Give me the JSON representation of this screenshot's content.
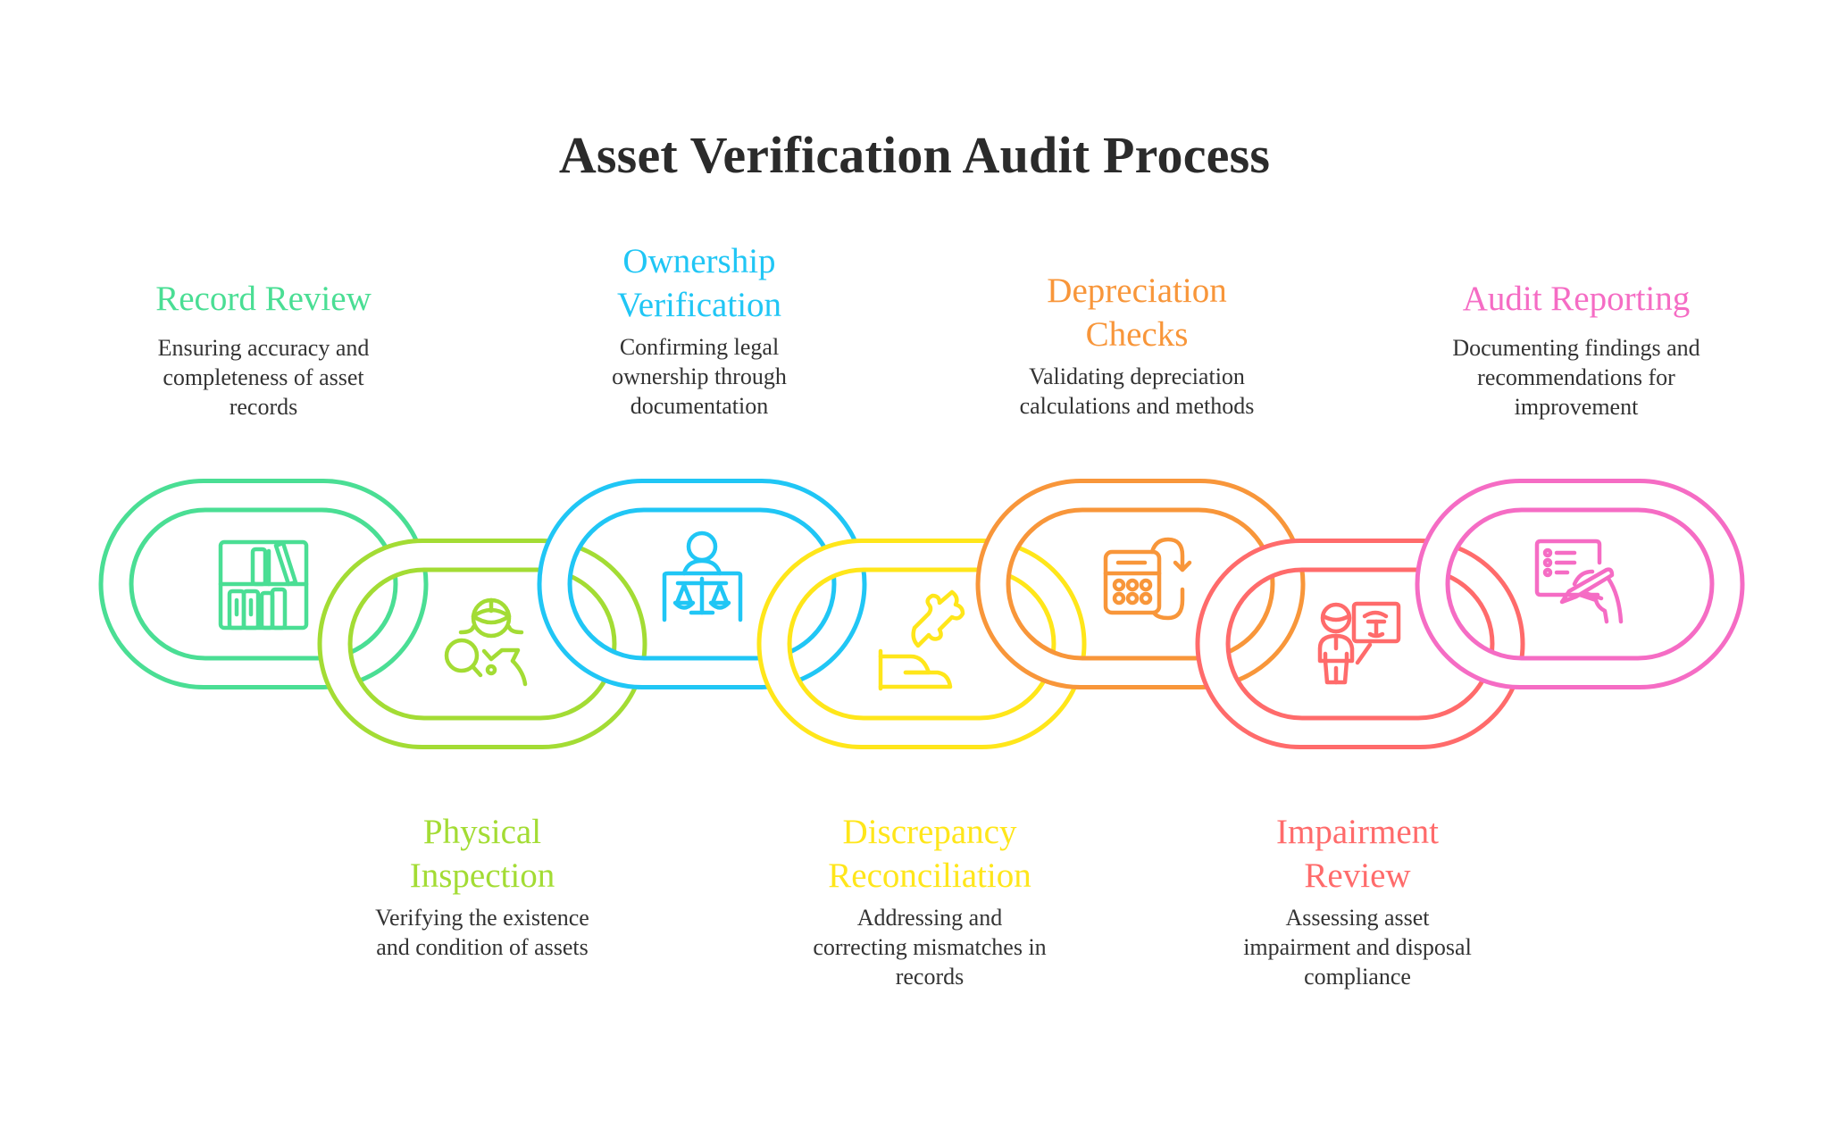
{
  "title": "Asset Verification Audit Process",
  "steps": [
    {
      "id": "record-review",
      "order": 1,
      "heading": "Record Review",
      "heading_lines": [
        "Record Review"
      ],
      "description": "Ensuring accuracy and completeness of asset records",
      "desc_lines": [
        "Ensuring accuracy and",
        "completeness of asset",
        "records"
      ],
      "color": "#4ADE94",
      "icon": "bookshelf-icon",
      "position": "top"
    },
    {
      "id": "physical-inspection",
      "order": 2,
      "heading": "Physical Inspection",
      "heading_lines": [
        "Physical",
        "Inspection"
      ],
      "description": "Verifying the existence and condition of assets",
      "desc_lines": [
        "Verifying the existence",
        "and condition of assets"
      ],
      "color": "#A3DC34",
      "icon": "inspector-magnifier-icon",
      "position": "bottom"
    },
    {
      "id": "ownership-verification",
      "order": 3,
      "heading": "Ownership Verification",
      "heading_lines": [
        "Ownership",
        "Verification"
      ],
      "description": "Confirming legal ownership through documentation",
      "desc_lines": [
        "Confirming legal",
        "ownership through",
        "documentation"
      ],
      "color": "#20C6F5",
      "icon": "legal-scales-person-icon",
      "position": "top"
    },
    {
      "id": "discrepancy-reconciliation",
      "order": 4,
      "heading": "Discrepancy Reconciliation",
      "heading_lines": [
        "Discrepancy",
        "Reconciliation"
      ],
      "description": "Addressing and correcting mismatches in records",
      "desc_lines": [
        "Addressing and",
        "correcting mismatches in",
        "records"
      ],
      "color": "#FFE61A",
      "icon": "hand-puzzle-icon",
      "position": "bottom"
    },
    {
      "id": "depreciation-checks",
      "order": 5,
      "heading": "Depreciation Checks",
      "heading_lines": [
        "Depreciation",
        "Checks"
      ],
      "description": "Validating depreciation calculations and methods",
      "desc_lines": [
        "Validating depreciation",
        "calculations and methods"
      ],
      "color": "#F8963A",
      "icon": "calculator-cycle-icon",
      "position": "top"
    },
    {
      "id": "impairment-review",
      "order": 6,
      "heading": "Impairment Review",
      "heading_lines": [
        "Impairment",
        "Review"
      ],
      "description": "Assessing asset impairment and disposal compliance",
      "desc_lines": [
        "Assessing asset",
        "impairment and disposal",
        "compliance"
      ],
      "color": "#FF6B6B",
      "icon": "presenter-board-icon",
      "position": "bottom"
    },
    {
      "id": "audit-reporting",
      "order": 7,
      "heading": "Audit Reporting",
      "heading_lines": [
        "Audit Reporting"
      ],
      "description": "Documenting findings and recommendations for improvement",
      "desc_lines": [
        "Documenting findings and",
        "recommendations for",
        "improvement"
      ],
      "color": "#F56CC4",
      "icon": "document-signing-icon",
      "position": "top"
    }
  ]
}
